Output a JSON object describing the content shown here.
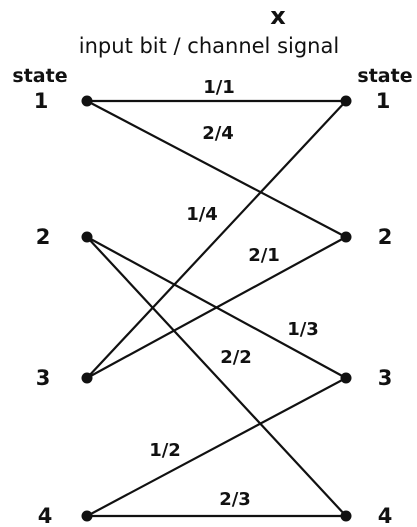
{
  "header": {
    "variable": "x",
    "subtitle": "input bit / channel signal"
  },
  "columns": {
    "left_header": "state",
    "right_header": "state"
  },
  "states": {
    "left": [
      "1",
      "2",
      "3",
      "4"
    ],
    "right": [
      "1",
      "2",
      "3",
      "4"
    ]
  },
  "branches": [
    {
      "from": 1,
      "to": 1,
      "label": "1/1"
    },
    {
      "from": 1,
      "to": 2,
      "label": "2/4"
    },
    {
      "from": 3,
      "to": 1,
      "label": "1/4"
    },
    {
      "from": 3,
      "to": 2,
      "label": "2/1"
    },
    {
      "from": 2,
      "to": 3,
      "label": "1/3"
    },
    {
      "from": 2,
      "to": 4,
      "label": "2/2"
    },
    {
      "from": 4,
      "to": 3,
      "label": "1/2"
    },
    {
      "from": 4,
      "to": 4,
      "label": "2/3"
    }
  ],
  "colors": {
    "ink": "#111111",
    "background": "#ffffff"
  }
}
